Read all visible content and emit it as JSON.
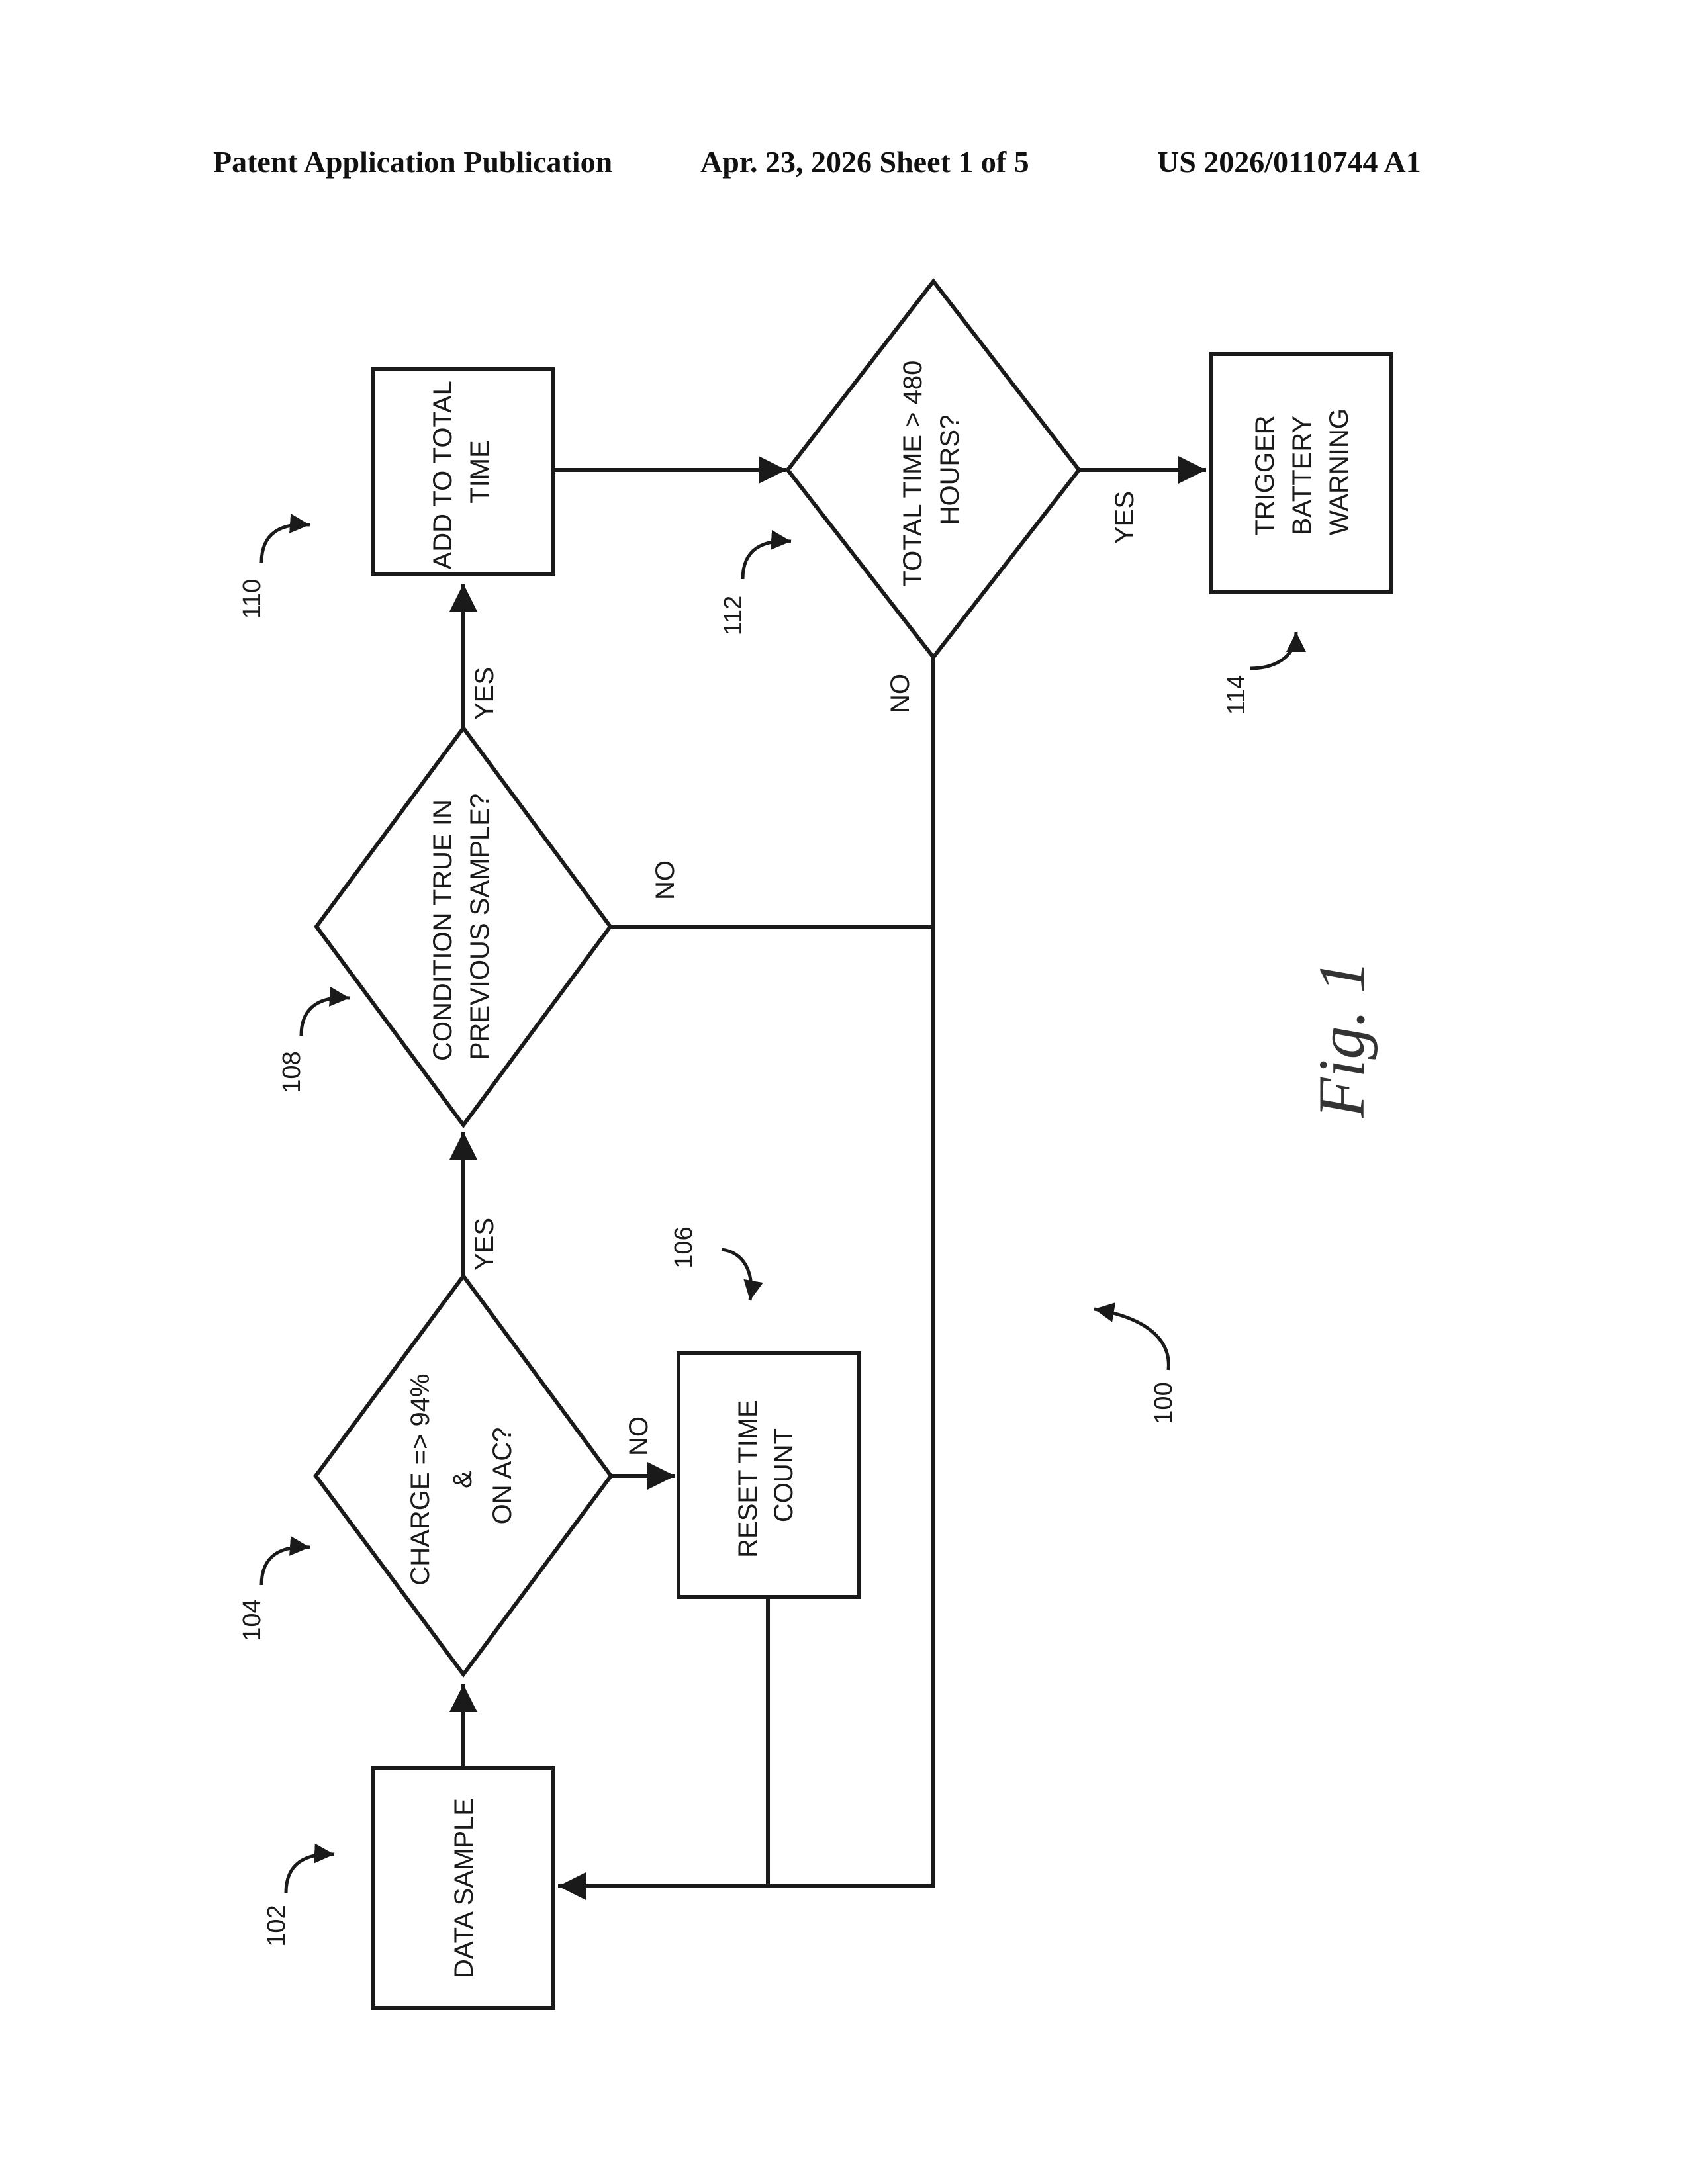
{
  "header": {
    "publication": "Patent Application Publication",
    "date_sheet": "Apr. 23, 2026  Sheet 1 of 5",
    "pub_number": "US 2026/0110744 A1"
  },
  "nodes": {
    "n102": {
      "ref": "102",
      "lines": [
        "DATA SAMPLE"
      ]
    },
    "n104": {
      "ref": "104",
      "lines": [
        "CHARGE => 94%",
        "&",
        "ON AC?"
      ]
    },
    "n106": {
      "ref": "106",
      "lines": [
        "RESET TIME",
        "COUNT"
      ]
    },
    "n108": {
      "ref": "108",
      "lines": [
        "CONDITION TRUE IN",
        "PREVIOUS SAMPLE?"
      ]
    },
    "n110": {
      "ref": "110",
      "lines": [
        "ADD TO TOTAL",
        "TIME"
      ]
    },
    "n112": {
      "ref": "112",
      "lines": [
        "TOTAL TIME > 480",
        "HOURS?"
      ]
    },
    "n114": {
      "ref": "114",
      "lines": [
        "TRIGGER",
        "BATTERY",
        "WARNING"
      ]
    }
  },
  "edge_labels": {
    "e104_yes": "YES",
    "e104_no": "NO",
    "e108_yes": "YES",
    "e108_no": "NO",
    "e112_yes": "YES",
    "e112_no": "NO"
  },
  "figure": {
    "ref": "100",
    "caption": "Fig. 1"
  }
}
